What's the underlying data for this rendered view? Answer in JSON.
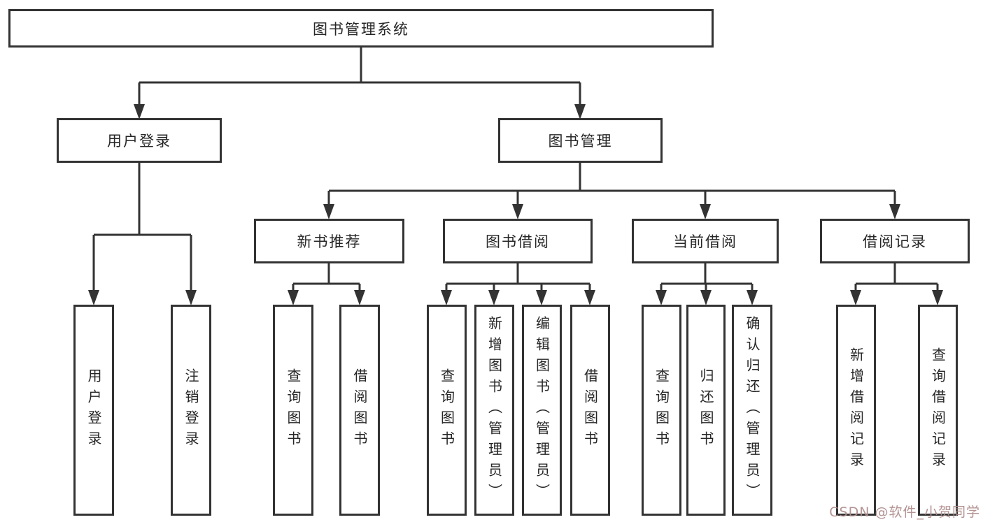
{
  "diagram_type": "hierarchy-tree",
  "colors": {
    "line": "#333333",
    "box_border": "#333333",
    "text": "#262626",
    "background": "#ffffff",
    "watermark": "#b08d8d"
  },
  "watermark": {
    "text": "CSDN @软件_小贺同学"
  },
  "tree": {
    "label": "图书管理系统",
    "children": [
      {
        "label": "用户登录",
        "children": [
          {
            "label": "用户登录"
          },
          {
            "label": "注销登录"
          }
        ]
      },
      {
        "label": "图书管理",
        "children": [
          {
            "label": "新书推荐",
            "children": [
              {
                "label": "查询图书"
              },
              {
                "label": "借阅图书"
              }
            ]
          },
          {
            "label": "图书借阅",
            "children": [
              {
                "label": "查询图书"
              },
              {
                "label": "新增图书（管理员）"
              },
              {
                "label": "编辑图书（管理员）"
              },
              {
                "label": "借阅图书"
              }
            ]
          },
          {
            "label": "当前借阅",
            "children": [
              {
                "label": "查询图书"
              },
              {
                "label": "归还图书"
              },
              {
                "label": "确认归还（管理员）"
              }
            ]
          },
          {
            "label": "借阅记录",
            "children": [
              {
                "label": "新增借阅记录"
              },
              {
                "label": "查询借阅记录"
              }
            ]
          }
        ]
      }
    ]
  }
}
